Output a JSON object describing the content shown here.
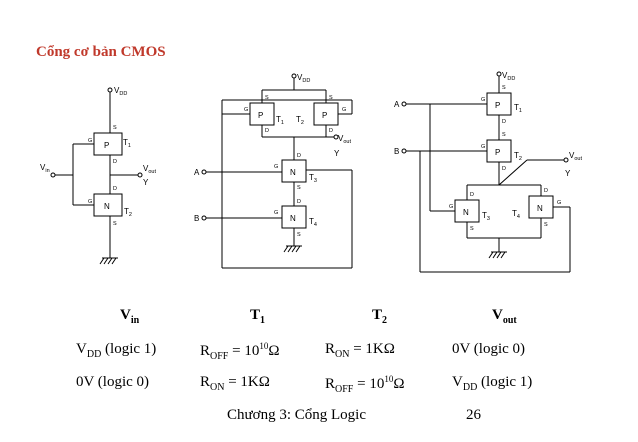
{
  "slide": {
    "title": "Cổng cơ bản CMOS",
    "footer": "Chương 3: Cổng Logic",
    "page_number": "26"
  },
  "truth_table": {
    "headers": [
      {
        "main": "V",
        "sub": "in"
      },
      {
        "main": "T",
        "sub": "1"
      },
      {
        "main": "T",
        "sub": "2"
      },
      {
        "main": "V",
        "sub": "out"
      }
    ],
    "rows": [
      {
        "vin": {
          "pre": "V",
          "sub": "DD",
          "post": " (logic 1)"
        },
        "t1": {
          "pre": "R",
          "sub": "OFF",
          "mid": " = 10",
          "sup": "10",
          "post": "Ω"
        },
        "t2": {
          "pre": "R",
          "sub": "ON",
          "post": " = 1KΩ"
        },
        "vout": {
          "text": "0V (logic 0)"
        }
      },
      {
        "vin": {
          "text": "0V (logic 0)"
        },
        "t1": {
          "pre": "R",
          "sub": "ON",
          "post": " = 1KΩ"
        },
        "t2": {
          "pre": "R",
          "sub": "OFF",
          "mid": " = 10",
          "sup": "10",
          "post": "Ω"
        },
        "vout": {
          "pre": "V",
          "sub": "DD",
          "post": " (logic 1)"
        }
      }
    ]
  },
  "circuits": {
    "inverter": {
      "vdd_main": "V",
      "vdd_sub": "DD",
      "vin_main": "V",
      "vin_sub": "in",
      "vout_main": "V",
      "vout_sub": "out",
      "y": "Y",
      "t1_main": "T",
      "t1_sub": "1",
      "t1_type": "P",
      "t2_main": "T",
      "t2_sub": "2",
      "t2_type": "N",
      "g": "G",
      "s": "S",
      "d": "D"
    },
    "nand": {
      "vdd_main": "V",
      "vdd_sub": "DD",
      "vout_main": "V",
      "vout_sub": "out",
      "y": "Y",
      "a": "A",
      "b": "B",
      "t1_main": "T",
      "t1_sub": "1",
      "t2_main": "T",
      "t2_sub": "2",
      "t3_main": "T",
      "t3_sub": "3",
      "t4_main": "T",
      "t4_sub": "4",
      "p": "P",
      "n": "N",
      "g": "G",
      "s": "S",
      "d": "D"
    },
    "nor": {
      "vdd_main": "V",
      "vdd_sub": "DD",
      "vout_main": "V",
      "vout_sub": "out",
      "y": "Y",
      "a": "A",
      "b": "B",
      "t1_main": "T",
      "t1_sub": "1",
      "t2_main": "T",
      "t2_sub": "2",
      "t3_main": "T",
      "t3_sub": "3",
      "t4_main": "T",
      "t4_sub": "4",
      "p": "P",
      "n": "N",
      "g": "G",
      "s": "S",
      "d": "D"
    }
  }
}
